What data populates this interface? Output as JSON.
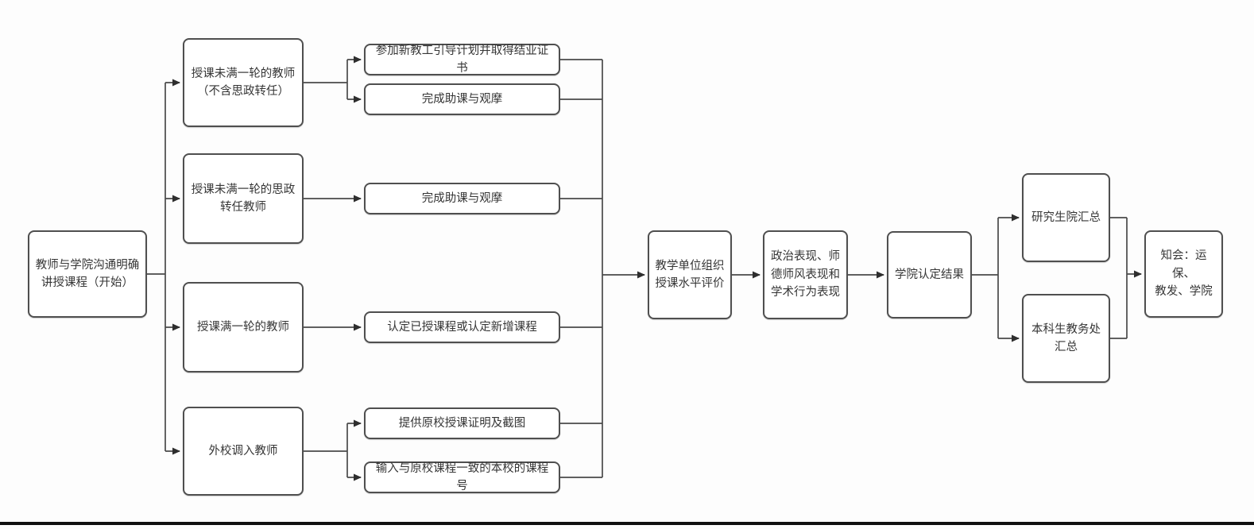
{
  "diagram": {
    "nodes": {
      "start": "教师与学院沟通明确\n讲授课程（开始）",
      "cat_under_one_round": "授课未满一轮的教师\n（不含思政转任）",
      "cat_under_one_round_ideology": "授课未满一轮的思政\n转任教师",
      "cat_full_one_round": "授课满一轮的教师",
      "cat_external_transfer": "外校调入教师",
      "task_orientation_cert": "参加新教工引导计划并取得结业证书",
      "task_assist_observe_1": "完成助课与观摩",
      "task_assist_observe_2": "完成助课与观摩",
      "task_recognize_courses": "认定已授课程或认定新增课程",
      "task_provide_proof": "提供原校授课证明及截图",
      "task_enter_course_id": "输入与原校课程一致的本校的课程号",
      "eval_teaching_level": "教学单位组织\n授课水平评价",
      "conduct_review": "政治表现、师\n德师风表现和\n学术行为表现",
      "college_result": "学院认定结果",
      "grad_school_summary": "研究生院汇总",
      "undergrad_office_summary": "本科生教务处\n汇总",
      "notify": "知会：运保、\n教发、学院"
    },
    "colors": {
      "node_border": "#4f4f4f",
      "node_background": "#ffffff",
      "connector_line": "#4a4a4a",
      "arrowhead": "#2e2e2e",
      "text": "#363636",
      "bottom_bar": "#101010",
      "canvas_background": "#fdfdfd"
    }
  }
}
